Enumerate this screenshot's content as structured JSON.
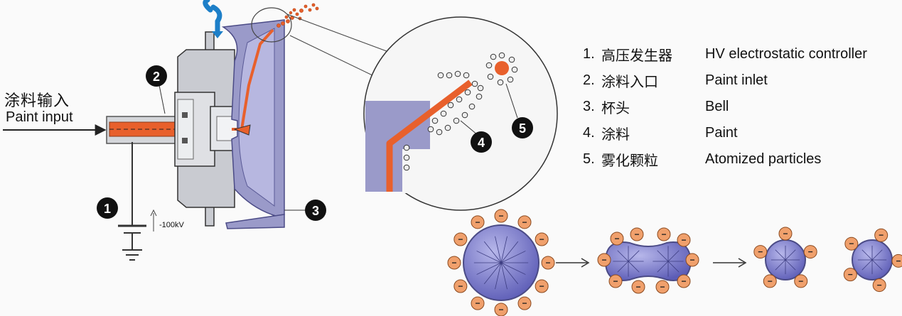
{
  "paint_input": {
    "zh": "涂料输入",
    "en": "Paint input"
  },
  "voltage_label": "-100kV",
  "markers": [
    "1",
    "2",
    "3",
    "4",
    "5"
  ],
  "legend": [
    {
      "num": "1.",
      "zh": "高压发生器",
      "en": "HV electrostatic controller"
    },
    {
      "num": "2.",
      "zh": "涂料入口",
      "en": "Paint inlet"
    },
    {
      "num": "3.",
      "zh": "杯头",
      "en": "Bell"
    },
    {
      "num": "4.",
      "zh": "涂料",
      "en": "Paint"
    },
    {
      "num": "5.",
      "zh": "雾化颗粒",
      "en": "Atomized particles"
    }
  ],
  "charge_symbol": "−",
  "colors": {
    "paint": "#e8602c",
    "bell_fill": "#9a9ac9",
    "bell_stroke": "#4b4b86",
    "housing": "#c9cbd1",
    "rotation_arrow": "#1d7fc8",
    "droplet": "#6e6ec4",
    "charge_fill": "#f0a06c",
    "marker": "#111111"
  },
  "icons": {
    "rotation": "rotation-arrow-icon",
    "ground": "ground-icon",
    "arrow": "right-arrow-icon"
  }
}
